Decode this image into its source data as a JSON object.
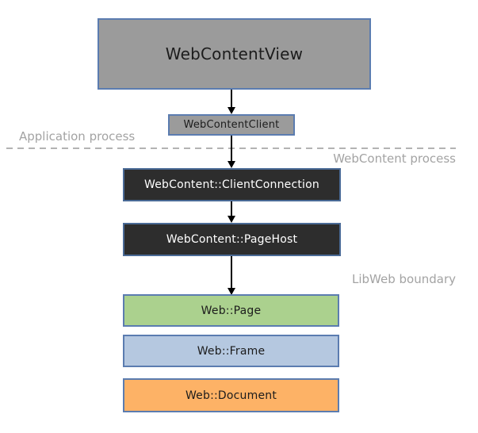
{
  "colors": {
    "border_blue": "#5b7cb0",
    "gray_fill": "#9b9b9b",
    "dark_fill": "#2d2d2d",
    "green_fill": "#abd18e",
    "blue_fill": "#b5c8e0",
    "orange_fill": "#fdb266",
    "region_label_text": "#a3a3a3",
    "dashed_line": "#b3b3b3",
    "arrow": "#000000"
  },
  "nodes": {
    "web_content_view": {
      "label": "WebContentView"
    },
    "web_content_client": {
      "label": "WebContentClient"
    },
    "client_connection": {
      "label": "WebContent::ClientConnection"
    },
    "page_host": {
      "label": "WebContent::PageHost"
    },
    "web_page": {
      "label": "Web::Page"
    },
    "web_frame": {
      "label": "Web::Frame"
    },
    "web_document": {
      "label": "Web::Document"
    }
  },
  "region_labels": {
    "application_process": "Application process",
    "webcontent_process": "WebContent process",
    "libweb_boundary": "LibWeb boundary"
  }
}
